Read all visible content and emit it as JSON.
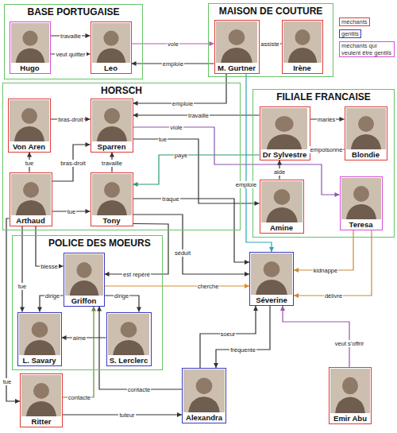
{
  "diagram": {
    "nodes": [
      {
        "text": [
          "BASE PORTUGAISE"
        ]
      },
      {
        "text": [
          "Hugo"
        ],
        "in": 0
      },
      {
        "text": [
          "Leo"
        ],
        "in": 0
      },
      {
        "text": [
          "MAISON DE COUTURE"
        ]
      },
      {
        "text": [
          "M. Gurtner"
        ],
        "in": 3
      },
      {
        "text": [
          "Irène"
        ],
        "in": 3
      },
      {
        "text": [
          "HORSCH"
        ]
      },
      {
        "text": [
          "Von Aren"
        ],
        "in": 6
      },
      {
        "text": [
          "Sparren"
        ],
        "in": 6
      },
      {
        "text": [
          "Arthaud"
        ],
        "in": 6
      },
      {
        "text": [
          "Tony"
        ],
        "in": 6
      },
      {
        "text": [
          "FILIALE FRANCAISE"
        ]
      },
      {
        "text": [
          "Dr Sylvestre"
        ],
        "in": 11
      },
      {
        "text": [
          "Blondie"
        ],
        "in": 11
      },
      {
        "text": [
          "Amine"
        ],
        "in": 11
      },
      {
        "text": [
          "Teresa"
        ],
        "in": 11
      },
      {
        "text": [
          "POLICE DES MOEURS"
        ]
      },
      {
        "text": [
          "Griffon"
        ],
        "in": 16
      },
      {
        "text": [
          "L. Savary"
        ],
        "in": 16
      },
      {
        "text": [
          "S. Lerclerc"
        ],
        "in": 16
      },
      {
        "text": [
          "Séverine"
        ]
      },
      {
        "text": [
          "Ritter"
        ]
      },
      {
        "text": [
          "Alexandra"
        ]
      },
      {
        "text": [
          "Emir Abu"
        ]
      }
    ],
    "edges": [
      {
        "from": 1,
        "to": 2,
        "label": "travaille",
        "arrow": "to"
      },
      {
        "from": 1,
        "to": 2,
        "label": "veut quitter",
        "arrow": "to"
      },
      {
        "from": 2,
        "to": 4,
        "label": "vole",
        "arrow": "to"
      },
      {
        "from": 4,
        "to": 2,
        "label": "emploie",
        "arrow": "to"
      },
      {
        "from": 4,
        "to": 8,
        "label": "emploie",
        "arrow": "to"
      },
      {
        "from": 12,
        "to": 8,
        "label": "travaille",
        "arrow": "to"
      },
      {
        "from": 8,
        "to": 15,
        "label": "viole",
        "arrow": "to"
      },
      {
        "from": 8,
        "to": 14,
        "label": "tue",
        "arrow": "to"
      },
      {
        "from": 12,
        "to": 10,
        "label": "paye",
        "arrow": "to"
      },
      {
        "from": 7,
        "to": 8,
        "label": "bras-droit",
        "arrow": "to"
      },
      {
        "from": 9,
        "to": 8,
        "label": "bras-droit",
        "arrow": "to"
      },
      {
        "from": 9,
        "to": 7,
        "label": "tue",
        "arrow": "to"
      },
      {
        "from": 9,
        "to": 10,
        "label": "tue",
        "arrow": "to"
      },
      {
        "from": 10,
        "to": 8,
        "label": "travaille",
        "arrow": "to"
      },
      {
        "from": 10,
        "to": 17,
        "label": "est repéré",
        "arrow": "to"
      },
      {
        "from": 10,
        "to": 20,
        "label": "traque",
        "arrow": "to"
      },
      {
        "from": 10,
        "to": 20,
        "label": "séduit",
        "arrow": "to"
      },
      {
        "from": 12,
        "to": 13,
        "label": "mariés",
        "arrow": "to"
      },
      {
        "from": 13,
        "to": 12,
        "label": "empoisonne",
        "arrow": "to"
      },
      {
        "from": 14,
        "to": 12,
        "label": "aide",
        "arrow": "to"
      },
      {
        "from": 15,
        "to": 20,
        "label": "kidnappe",
        "arrow": "to"
      },
      {
        "from": 15,
        "to": 20,
        "label": "délivre",
        "arrow": "to"
      },
      {
        "from": 23,
        "to": 20,
        "label": "veut s'offrir",
        "arrow": "to"
      },
      {
        "from": 17,
        "to": 18,
        "label": "dirige",
        "arrow": "to"
      },
      {
        "from": 17,
        "to": 19,
        "label": "dirige",
        "arrow": "to"
      },
      {
        "from": 9,
        "to": 17,
        "label": "blesse",
        "arrow": "to"
      },
      {
        "from": 19,
        "to": 18,
        "label": "aime",
        "arrow": "to"
      },
      {
        "from": 9,
        "to": 18,
        "label": "tue",
        "arrow": "to"
      },
      {
        "from": 17,
        "to": 20,
        "label": "cherche",
        "arrow": "to"
      },
      {
        "from": 20,
        "to": 22,
        "label": "fréquente",
        "arrow": "to"
      },
      {
        "from": 22,
        "to": 20,
        "label": "soeur",
        "arrow": "to"
      },
      {
        "from": 4,
        "to": 20,
        "label": "emploie",
        "arrow": "to"
      },
      {
        "from": 21,
        "to": 17,
        "label": "contacte",
        "arrow": "to"
      },
      {
        "from": 22,
        "to": 17,
        "label": "contacte",
        "arrow": "to"
      },
      {
        "from": 21,
        "to": 22,
        "label": "tuteur",
        "arrow": "to"
      },
      {
        "from": 9,
        "to": 21,
        "label": "tue",
        "arrow": "to"
      },
      {
        "from": 5,
        "to": 4,
        "label": "assiste",
        "arrow": "to"
      }
    ],
    "legend": [
      {
        "text": "méchants",
        "color": "#e03a3a"
      },
      {
        "text": "gentils",
        "color": "#3a3ac0"
      },
      {
        "text": "méchants qui veulent être gentils",
        "color": "#d64fd6"
      }
    ]
  }
}
